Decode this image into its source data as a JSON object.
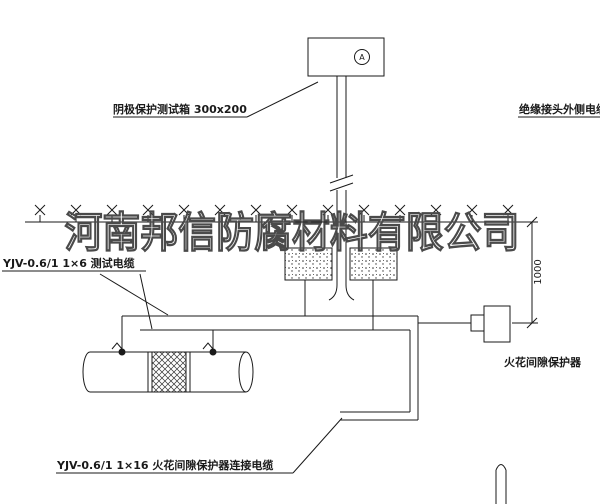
{
  "colors": {
    "line": "#1a1a1a",
    "watermark": "#4a4a4a",
    "background": "#ffffff"
  },
  "watermark_text": "河南邦信防腐材料有限公司",
  "labels": {
    "test_box": "阴极保护测试箱 300x200",
    "meter": "A",
    "outer_cable": "绝缘接头外侧电缆",
    "test_cable": "YJV-0.6/1 1×6  测试电缆",
    "spark_gap": "火花间隙保护器",
    "connect_cable": "YJV-0.6/1 1×16  火花间隙保护器连接电缆",
    "dimension_1000": "1000"
  }
}
